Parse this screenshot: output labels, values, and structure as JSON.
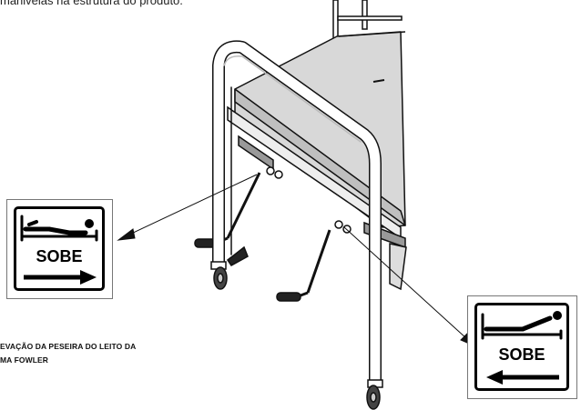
{
  "document": {
    "top_text": "manivelas na estrutura do produto.",
    "caption_line1": "EVAÇÃO DA PESEIRA DO LEITO DA",
    "caption_line2": "MA FOWLER"
  },
  "signs": {
    "left": {
      "word": "SOBE",
      "arrow_direction": "right",
      "icon": "bed-foot-raise-icon"
    },
    "right": {
      "word": "SOBE",
      "arrow_direction": "left",
      "icon": "bed-head-raise-icon"
    }
  },
  "colors": {
    "line": "#111111",
    "frame_fill": "#ffffff",
    "deck": "#d9d9d9",
    "wheel": "#444444"
  }
}
